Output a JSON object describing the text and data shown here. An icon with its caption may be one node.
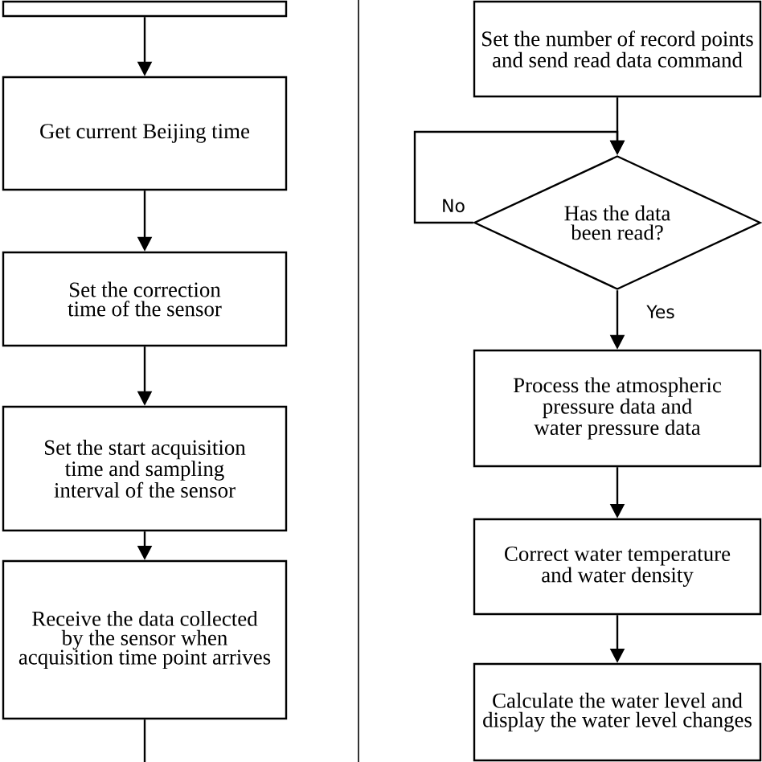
{
  "diagram": {
    "nodes": [
      {
        "text": [],
        "shape": "box"
      },
      {
        "text": [
          "Get current Beijing time"
        ]
      },
      {
        "text": [
          "Set the correction time of the sensor"
        ]
      },
      {
        "text": [
          "Set the start acquisition time and sampling interval of the sensor"
        ]
      },
      {
        "text": [
          "Receive the data collected by the sensor when acquisition time point arrives"
        ]
      },
      {
        "text": [
          "Set the number of record points and send read data command"
        ]
      },
      {
        "text": [
          "Has the data been read?"
        ]
      },
      {
        "text": [
          "Process the atmospheric pressure data and water pressure data"
        ]
      },
      {
        "text": [
          "Correct water temperature and water density"
        ]
      },
      {
        "text": [
          "Calculate the water level and display the water level changes"
        ]
      }
    ],
    "edges": [
      {
        "from": 0,
        "to": 1,
        "arrow": "to"
      },
      {
        "from": 1,
        "to": 2,
        "arrow": "to"
      },
      {
        "from": 2,
        "to": 3,
        "arrow": "to"
      },
      {
        "from": 3,
        "to": 4,
        "arrow": "to"
      },
      {
        "from": 4,
        "to": null,
        "arrow": "none"
      },
      {
        "from": 5,
        "to": 6,
        "arrow": "to"
      },
      {
        "from": 6,
        "to": 6,
        "arrow": "to",
        "label": "No"
      },
      {
        "from": 6,
        "to": 7,
        "arrow": "to",
        "label": "Yes"
      },
      {
        "from": 7,
        "to": 8,
        "arrow": "to"
      },
      {
        "from": 8,
        "to": 9,
        "arrow": "to"
      }
    ]
  }
}
